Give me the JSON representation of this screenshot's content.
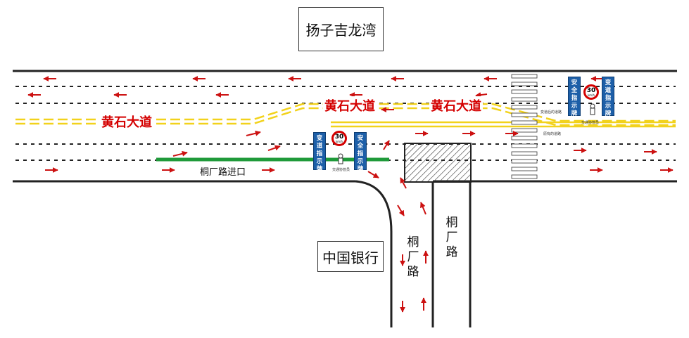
{
  "labels": {
    "top_box": "扬子吉龙湾",
    "bank_box": "中国银行",
    "main_road_west": "黄石大道",
    "main_road_mid": "黄石大道",
    "main_road_east": "黄石大道",
    "entrance": "桐厂路进口",
    "side_road_left": "桐厂路",
    "side_road_right": "桐厂路"
  },
  "signs": {
    "lane_change_text": "变道指示牌",
    "safety_text": "安全指示牌",
    "speed_num": "30",
    "speed_unit": "km/h",
    "ped_note": "交通协管员",
    "note_after_change": "变道后的道路",
    "note_original": "原有的道路"
  },
  "colors": {
    "road_edge": "#222222",
    "lane_dash": "#222222",
    "center_line": "#f2d21c",
    "entrance_line": "#1f9a3a",
    "arrow": "#cc1111",
    "sign_blue": "#1d5fa8",
    "speed_ring": "#d40000"
  }
}
